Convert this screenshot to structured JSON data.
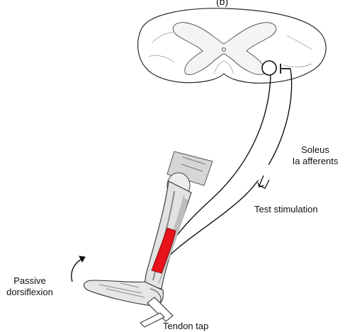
{
  "figure": {
    "panel_label": "(b)"
  },
  "labels": {
    "soleus_afferents_line1": "Soleus",
    "soleus_afferents_line2": "Ia afferents",
    "test_stimulation": "Test stimulation",
    "passive_line1": "Passive",
    "passive_line2": "dorsiflexion",
    "tendon_tap": "Tendon tap"
  },
  "colors": {
    "muscle": "#e8121a",
    "outline": "#2a2a2a",
    "cord_gray": "#d9d9d9",
    "leg_gray": "#cfcfcf"
  }
}
